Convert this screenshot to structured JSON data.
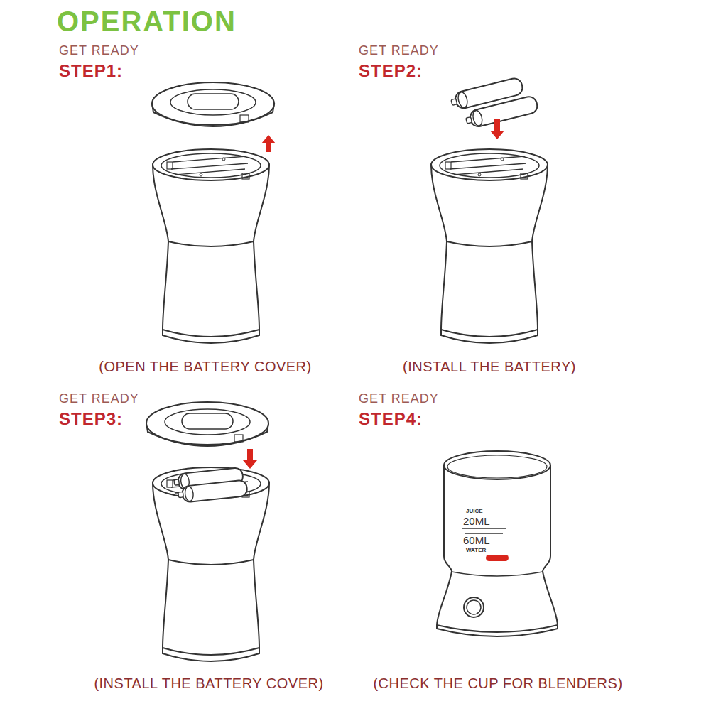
{
  "diagram": {
    "title": "OPERATION",
    "labels": [
      "GET READY",
      "STEP1:",
      "GET READY",
      "STEP2:",
      "(OPEN THE BATTERY COVER)",
      "(INSTALL THE BATTERY)",
      "GET READY",
      "STEP3:",
      "GET READY",
      "STEP4:",
      "JUICE",
      "20ML",
      "60ML",
      "WATER",
      "(INSTALL THE BATTERY COVER)",
      "(CHECK THE CUP FOR BLENDERS)"
    ]
  }
}
